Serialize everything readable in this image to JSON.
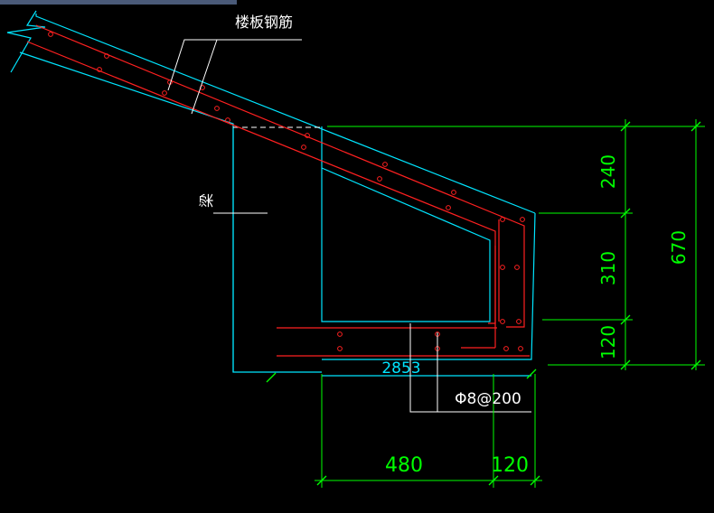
{
  "colors": {
    "background": "#000000",
    "concrete_outline": "#00e5ff",
    "rebar": "#ff2020",
    "dimension": "#00ff00",
    "leader": "#ffffff",
    "hidden_line": "#ffffff",
    "tab_bar": "#4a5a78"
  },
  "labels": {
    "slab_rebar": "楼板钢筋",
    "beam": "梁",
    "stirrup_spec": "Φ8@200",
    "elevation_value": "2853"
  },
  "dimensions": {
    "v_top": "240",
    "v_mid": "310",
    "v_bot": "120",
    "v_total": "670",
    "h_left": "480",
    "h_right": "120"
  }
}
